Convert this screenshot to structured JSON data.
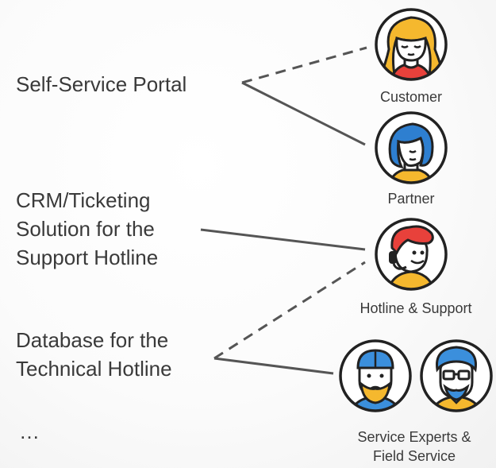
{
  "labels": {
    "self_service": "Self-Service Portal",
    "crm": [
      "CRM/Ticketing",
      "Solution for the",
      "Support Hotline"
    ],
    "database": [
      "Database for the",
      "Technical Hotline"
    ],
    "ellipsis": "…"
  },
  "roles": {
    "customer": "Customer",
    "partner": "Partner",
    "hotline": "Hotline & Support",
    "service": [
      "Service Experts &",
      "Field Service"
    ]
  },
  "colors": {
    "outline": "#222222",
    "line": "#555555",
    "skin": "#ffffff",
    "customer_hair": "#f5b82e",
    "customer_shirt": "#e8413b",
    "partner_hair": "#2e7fd0",
    "partner_shirt": "#f5b82e",
    "hotline_hair": "#e8413b",
    "hotline_shirt": "#f5b82e",
    "expert_hat": "#3b8fdc",
    "expert_beard": "#f5b82e",
    "expert_shirt": "#3b8fdc",
    "field_hair": "#3b8fdc",
    "field_beard": "#3b8fdc",
    "field_shirt": "#f5b82e"
  },
  "icons": [
    "customer-icon",
    "partner-icon",
    "hotline-agent-icon",
    "service-expert-icon",
    "field-service-icon"
  ]
}
